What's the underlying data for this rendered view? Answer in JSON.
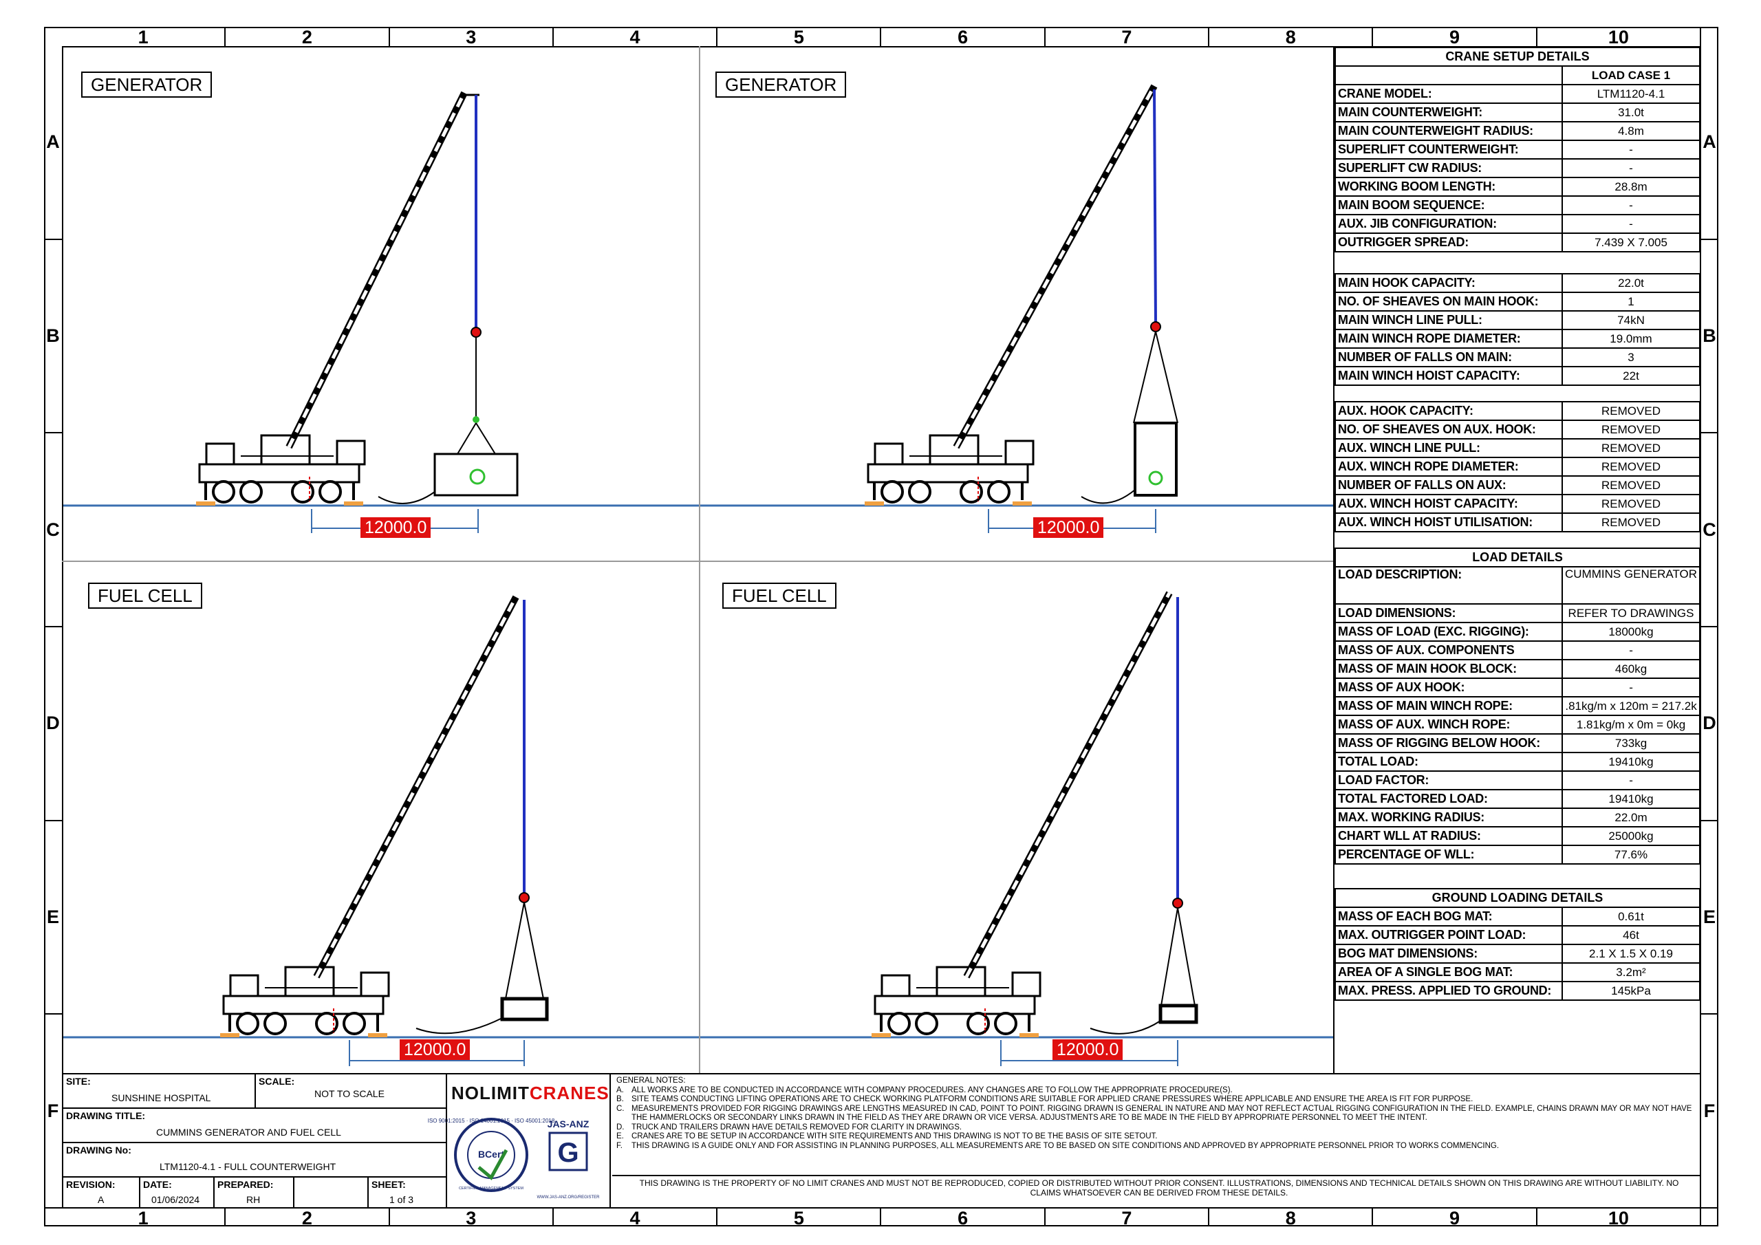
{
  "grid": {
    "columns": [
      "1",
      "2",
      "3",
      "4",
      "5",
      "6",
      "7",
      "8",
      "9",
      "10"
    ],
    "rows": [
      "A",
      "B",
      "C",
      "D",
      "E",
      "F"
    ]
  },
  "views": [
    {
      "title": "GENERATOR",
      "dimension": "12000.0"
    },
    {
      "title": "GENERATOR",
      "dimension": "12000.0"
    },
    {
      "title": "FUEL CELL",
      "dimension": "12000.0"
    },
    {
      "title": "FUEL CELL",
      "dimension": "12000.0"
    }
  ],
  "crane_setup": {
    "title": "CRANE SETUP DETAILS",
    "case_header": "LOAD CASE 1",
    "group1": [
      {
        "k": "CRANE MODEL:",
        "v": "LTM1120-4.1"
      },
      {
        "k": "MAIN COUNTERWEIGHT:",
        "v": "31.0t"
      },
      {
        "k": "MAIN COUNTERWEIGHT RADIUS:",
        "v": "4.8m"
      },
      {
        "k": "SUPERLIFT COUNTERWEIGHT:",
        "v": "-"
      },
      {
        "k": "SUPERLIFT CW RADIUS:",
        "v": "-"
      },
      {
        "k": "WORKING BOOM LENGTH:",
        "v": "28.8m"
      },
      {
        "k": "MAIN BOOM SEQUENCE:",
        "v": "-"
      },
      {
        "k": "AUX. JIB CONFIGURATION:",
        "v": "-"
      },
      {
        "k": "OUTRIGGER SPREAD:",
        "v": "7.439 X 7.005"
      }
    ],
    "group2": [
      {
        "k": "MAIN HOOK CAPACITY:",
        "v": "22.0t"
      },
      {
        "k": "NO. OF SHEAVES ON MAIN HOOK:",
        "v": "1"
      },
      {
        "k": "MAIN WINCH LINE PULL:",
        "v": "74kN"
      },
      {
        "k": "MAIN WINCH ROPE DIAMETER:",
        "v": "19.0mm"
      },
      {
        "k": "NUMBER OF FALLS ON MAIN:",
        "v": "3"
      },
      {
        "k": "MAIN WINCH HOIST CAPACITY:",
        "v": "22t"
      }
    ],
    "group3": [
      {
        "k": "AUX. HOOK CAPACITY:",
        "v": "REMOVED"
      },
      {
        "k": "NO. OF SHEAVES ON AUX. HOOK:",
        "v": "REMOVED"
      },
      {
        "k": "AUX. WINCH LINE PULL:",
        "v": "REMOVED"
      },
      {
        "k": "AUX. WINCH ROPE DIAMETER:",
        "v": "REMOVED"
      },
      {
        "k": "NUMBER OF FALLS ON AUX:",
        "v": "REMOVED"
      },
      {
        "k": "AUX. WINCH HOIST CAPACITY:",
        "v": "REMOVED"
      },
      {
        "k": "AUX. WINCH HOIST UTILISATION:",
        "v": "REMOVED"
      }
    ]
  },
  "load_details": {
    "title": "LOAD DETAILS",
    "rows": [
      {
        "k": "LOAD DESCRIPTION:",
        "v": "CUMMINS GENERATOR",
        "tall": true
      },
      {
        "k": "LOAD DIMENSIONS:",
        "v": "REFER TO DRAWINGS"
      },
      {
        "k": "MASS OF LOAD (EXC. RIGGING):",
        "v": "18000kg"
      },
      {
        "k": "MASS OF AUX. COMPONENTS",
        "v": "-"
      },
      {
        "k": "MASS OF MAIN HOOK BLOCK:",
        "v": "460kg"
      },
      {
        "k": "MASS OF AUX HOOK:",
        "v": "-"
      },
      {
        "k": "MASS OF MAIN WINCH ROPE:",
        "v": ".81kg/m x 120m = 217.2k"
      },
      {
        "k": "MASS OF AUX. WINCH ROPE:",
        "v": "1.81kg/m x 0m = 0kg"
      },
      {
        "k": "MASS OF RIGGING BELOW HOOK:",
        "v": "733kg"
      },
      {
        "k": "TOTAL LOAD:",
        "v": "19410kg"
      },
      {
        "k": "LOAD FACTOR:",
        "v": "-"
      },
      {
        "k": "TOTAL FACTORED LOAD:",
        "v": "19410kg"
      },
      {
        "k": "MAX. WORKING RADIUS:",
        "v": "22.0m"
      },
      {
        "k": "CHART WLL AT RADIUS:",
        "v": "25000kg"
      },
      {
        "k": "PERCENTAGE OF WLL:",
        "v": "77.6%"
      }
    ]
  },
  "ground_loading": {
    "title": "GROUND LOADING DETAILS",
    "rows": [
      {
        "k": "MASS OF EACH BOG MAT:",
        "v": "0.61t"
      },
      {
        "k": "MAX. OUTRIGGER POINT LOAD:",
        "v": "46t"
      },
      {
        "k": "BOG MAT DIMENSIONS:",
        "v": "2.1 X 1.5 X 0.19"
      },
      {
        "k": "AREA OF A SINGLE BOG MAT:",
        "v": "3.2m²"
      },
      {
        "k": "MAX. PRESS. APPLIED TO GROUND:",
        "v": "145kPa"
      }
    ]
  },
  "title_block": {
    "site_label": "SITE:",
    "site": "SUNSHINE HOSPITAL",
    "scale_label": "SCALE:",
    "scale": "NOT TO SCALE",
    "drawing_title_label": "DRAWING TITLE:",
    "drawing_title": "CUMMINS GENERATOR AND FUEL CELL",
    "drawing_no_label": "DRAWING No:",
    "drawing_no": "LTM1120-4.1 - FULL COUNTERWEIGHT",
    "revision_label": "REVISION:",
    "revision": "A",
    "date_label": "DATE:",
    "date": "01/06/2024",
    "prepared_label": "PREPARED:",
    "prepared": "RH",
    "sheet_label": "SHEET:",
    "sheet": "1 of 3"
  },
  "brand": {
    "name_part1": "NOLIMIT",
    "name_part2": "CRANES",
    "accent": "#e01010",
    "cert_ring": "ISO 9001:2015 · ISO 14001:2015 · ISO 45001:2018",
    "cert_core": "BCert",
    "cert_band": "CERTIFIED MANAGEMENT SYSTEM",
    "jas_anz": "JAS-ANZ",
    "jas_anz_url": "WWW.JAS-ANZ.ORG/REGISTER"
  },
  "notes": {
    "title": "GENERAL NOTES:",
    "items": [
      {
        "l": "A.",
        "t": "ALL WORKS ARE TO BE CONDUCTED IN ACCORDANCE WITH COMPANY PROCEDURES. ANY CHANGES ARE TO FOLLOW THE APPROPRIATE PROCEDURE(S)."
      },
      {
        "l": "B.",
        "t": "SITE TEAMS CONDUCTING LIFTING OPERATIONS ARE TO CHECK WORKING PLATFORM CONDITIONS ARE SUITABLE FOR APPLIED CRANE PRESSURES WHERE APPLICABLE AND ENSURE THE AREA IS FIT FOR PURPOSE."
      },
      {
        "l": "C.",
        "t": "MEASUREMENTS PROVIDED FOR RIGGING DRAWINGS ARE LENGTHS MEASURED IN CAD, POINT TO POINT. RIGGING DRAWN IS GENERAL IN NATURE AND MAY NOT REFLECT ACTUAL RIGGING CONFIGURATION IN THE FIELD. EXAMPLE, CHAINS DRAWN MAY OR MAY NOT HAVE THE HAMMERLOCKS OR SECONDARY LINKS DRAWN IN THE FIELD AS THEY ARE DRAWN OR VICE VERSA. ADJUSTMENTS ARE TO BE MADE IN THE FIELD BY APPROPRIATE PERSONNEL TO MEET THE INTENT."
      },
      {
        "l": "D.",
        "t": "TRUCK AND TRAILERS DRAWN HAVE DETAILS REMOVED FOR CLARITY IN DRAWINGS."
      },
      {
        "l": "E.",
        "t": "CRANES ARE TO BE SETUP IN ACCORDANCE WITH SITE REQUIREMENTS AND THIS DRAWING IS NOT TO BE THE BASIS OF SITE SETOUT."
      },
      {
        "l": "F.",
        "t": "THIS DRAWING IS A GUIDE ONLY AND FOR ASSISTING IN PLANNING PURPOSES, ALL MEASUREMENTS ARE TO BE BASED ON SITE CONDITIONS AND APPROVED BY APPROPRIATE PERSONNEL PRIOR TO WORKS COMMENCING."
      }
    ],
    "disclaimer": "THIS DRAWING IS THE PROPERTY OF NO LIMIT CRANES AND MUST NOT BE REPRODUCED, COPIED OR DISTRIBUTED WITHOUT PRIOR CONSENT. ILLUSTRATIONS, DIMENSIONS AND TECHNICAL DETAILS SHOWN ON THIS DRAWING ARE WITHOUT LIABILITY. NO CLAIMS WHATSOEVER CAN BE DERIVED FROM THESE DETAILS."
  }
}
